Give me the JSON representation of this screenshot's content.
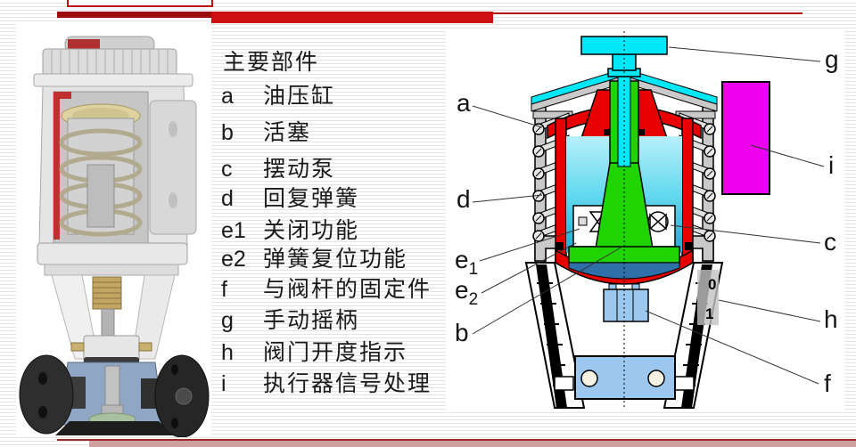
{
  "slide": {
    "top_bars": {
      "dark_red": "#9e0d0d",
      "bright_red": "#cc0f0f",
      "thin_line": "#b40000",
      "outline_box_border": "#bb1111"
    },
    "bottom_band": {
      "line_color": "#9c2a2a",
      "band_color": "#cfa0a0"
    },
    "background_stripe": "#e4e4e4"
  },
  "parts_list": {
    "title": "主要部件",
    "items": [
      {
        "key": "a",
        "label": "油压缸"
      },
      {
        "key": "b",
        "label": "活塞"
      },
      {
        "key": "c",
        "label": "摆动泵"
      },
      {
        "key": "d",
        "label": "回复弹簧"
      },
      {
        "key": "e1",
        "label": "关闭功能"
      },
      {
        "key": "e2",
        "label": "弹簧复位功能"
      },
      {
        "key": "f",
        "label": "与阀杆的固定件"
      },
      {
        "key": "g",
        "label": "手动摇柄"
      },
      {
        "key": "h",
        "label": "阀门开度指示"
      },
      {
        "key": "i",
        "label": "执行器信号处理"
      }
    ]
  },
  "diagram": {
    "labels": {
      "a": "a",
      "b": "b",
      "c": "c",
      "d": "d",
      "e": "e",
      "sub1": "1",
      "sub2": "2",
      "f": "f",
      "g": "g",
      "h": "h",
      "i": "i"
    },
    "scale_marks": [
      "0",
      "1"
    ],
    "colors": {
      "housing": "#c9c9c9",
      "cylinder_red": "#e60000",
      "oil_top": "#b8f0fa",
      "oil_bottom": "#129cc6",
      "piston_green": "#1fd400",
      "handle_cyan": "#00e8f8",
      "signal_magenta": "#ee00ee",
      "coupling_blue": "#9cc8f0",
      "piston_under_blue": "#2f6fa8"
    }
  }
}
